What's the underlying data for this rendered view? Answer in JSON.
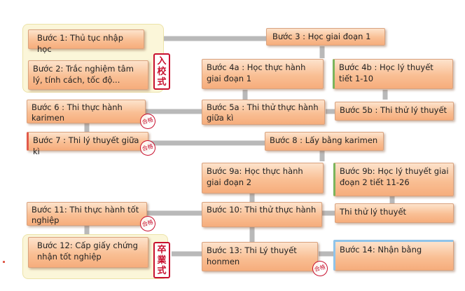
{
  "steps": {
    "s1": "Bước 1: Thủ tục nhập học",
    "s2": "Bước 2: Trắc nghiệm tâm lý, tính cách, tốc độ...",
    "s3": "Bước 3 : Học giai đoạn 1",
    "s4a": "Bước 4a : Học thực hành giai đoạn 1",
    "s4b": "Bước 4b : Học lý thuyết tiết 1-10",
    "s5a": "Bước 5a : Thi thử thực hành giữa kì",
    "s5b": "Bước 5b : Thi thử lý thuyết",
    "s6": "Bước 6 : Thi thực hành karimen",
    "s7": "Bước 7 : Thi lý thuyết giữa kì",
    "s8": "Bước 8 : Lấy bằng karimen",
    "s9a": "Bước 9a: Học thực hành giai đoạn 2",
    "s9b": "Bước 9b: Học lý thuyết giai đoạn 2 tiết 11-26",
    "s10": "Bước 10: Thi thử thực hành",
    "s10b": "Thi thử lý thuyết",
    "s11": "Bước 11: Thi thực hành tốt nghiệp",
    "s12": "Bước 12: Cấp giấy chứng nhận tốt nghiệp",
    "s13": "Bước 13: Thi Lý thuyết honmen",
    "s14": "Bước 14: Nhận bằng"
  },
  "badges": {
    "entrance": "入校式",
    "graduation": "卒業式"
  },
  "stamp_text": "合格",
  "colors": {
    "box_fill": "#f9bf94",
    "connector": "#b9b9b9",
    "group_fill": "#fbf6d9",
    "badge_red": "#c8102e"
  }
}
